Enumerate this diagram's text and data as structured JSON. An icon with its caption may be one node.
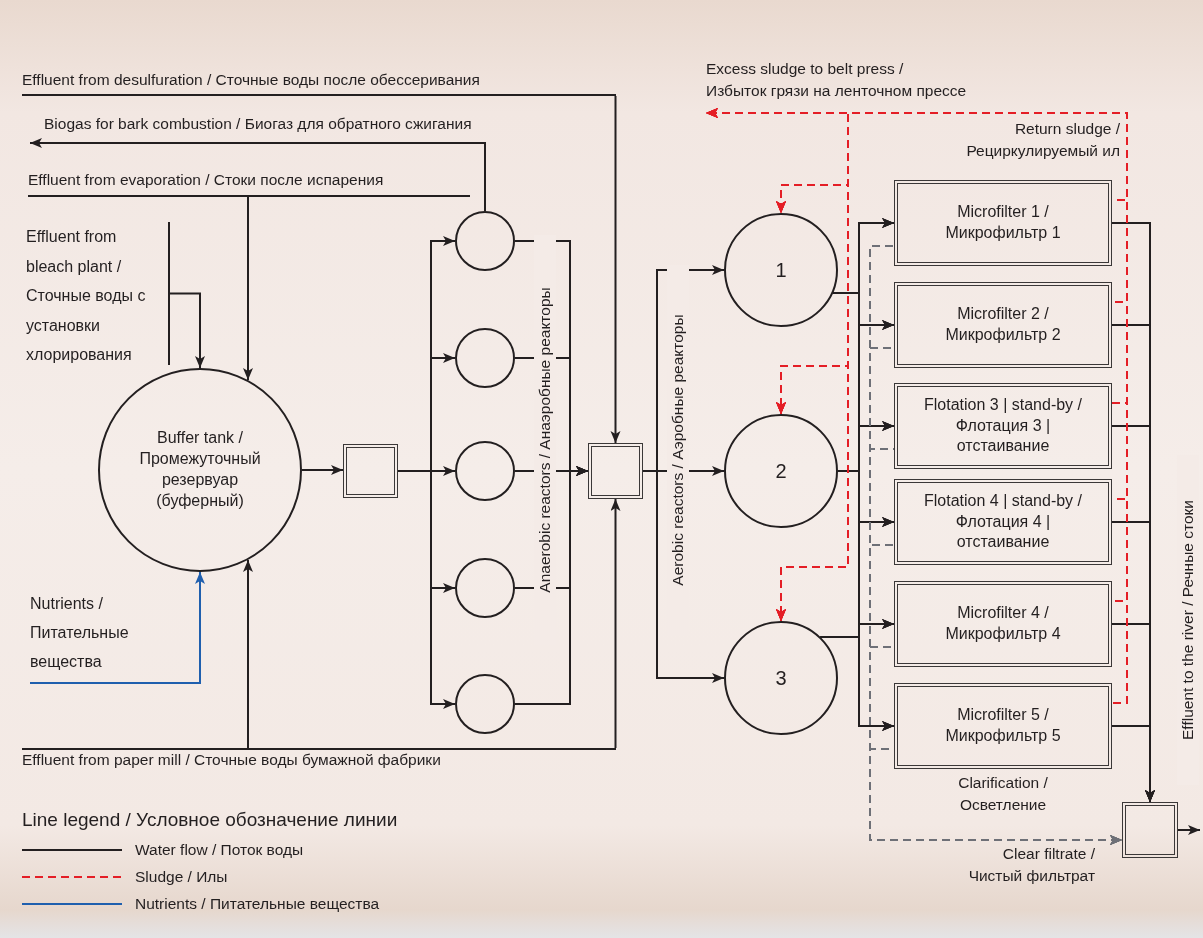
{
  "diagram": {
    "nodes": [
      {
        "text": [
          "Effluent from desulfuration / Сточные воды после обессеривания"
        ]
      },
      {
        "text": [
          "Biogas for bark combustion / Биогаз для обратного сжигания"
        ]
      },
      {
        "text": [
          "Effluent from evaporation / Стоки после испарения"
        ]
      },
      {
        "text": [
          "Effluent from bleach plant / Сточные воды с установки хлорирования"
        ]
      },
      {
        "text": [
          "Buffer tank / Промежуточный резервуар (буферный)"
        ]
      },
      {
        "text": [
          "Nutrients / Питательные вещества"
        ]
      },
      {
        "text": [
          "Effluent from paper mill / Сточные воды бумажной фабрики"
        ]
      },
      {
        "text": [],
        "shape": "box"
      },
      {
        "text": [],
        "shape": "circle"
      },
      {
        "text": [],
        "shape": "circle"
      },
      {
        "text": [],
        "shape": "circle"
      },
      {
        "text": [],
        "shape": "circle"
      },
      {
        "text": [],
        "shape": "circle"
      },
      {
        "text": [],
        "shape": "box"
      },
      {
        "text": [
          "1"
        ]
      },
      {
        "text": [
          "2"
        ]
      },
      {
        "text": [
          "3"
        ]
      },
      {
        "text": [
          "Microfilter 1 / Микрофильтр 1"
        ]
      },
      {
        "text": [
          "Microfilter 2 / Микрофильтр 2"
        ]
      },
      {
        "text": [
          "Flotation 3 | stand-by / Флотация 3 | отстаивание"
        ]
      },
      {
        "text": [
          "Flotation 4 | stand-by / Флотация 4 | отстаивание"
        ]
      },
      {
        "text": [
          "Microfilter 4 / Микрофильтр 4"
        ]
      },
      {
        "text": [
          "Microfilter 5 / Микрофильтр 5"
        ]
      },
      {
        "text": [],
        "shape": "box"
      },
      {
        "text": [
          "Excess sludge to belt press / Избыток грязи на ленточном прессе"
        ]
      }
    ],
    "edges": [
      {
        "from": 0,
        "to": 13,
        "arrow": "to"
      },
      {
        "from": 8,
        "to": 1,
        "arrow": "to"
      },
      {
        "from": 2,
        "to": 4,
        "arrow": "to"
      },
      {
        "from": 3,
        "to": 4,
        "arrow": "to"
      },
      {
        "from": 5,
        "to": 4,
        "arrow": "to",
        "color": "#1f5fae"
      },
      {
        "from": 6,
        "to": 4,
        "arrow": "to"
      },
      {
        "from": 6,
        "to": 13,
        "arrow": "to"
      },
      {
        "from": 4,
        "to": 7,
        "arrow": "to"
      },
      {
        "from": 7,
        "to": 8,
        "arrow": "to"
      },
      {
        "from": 7,
        "to": 9,
        "arrow": "to"
      },
      {
        "from": 7,
        "to": 10,
        "arrow": "to"
      },
      {
        "from": 7,
        "to": 11,
        "arrow": "to"
      },
      {
        "from": 7,
        "to": 12,
        "arrow": "to"
      },
      {
        "from": 8,
        "to": 13,
        "arrow": "to"
      },
      {
        "from": 9,
        "to": 13,
        "arrow": "to"
      },
      {
        "from": 10,
        "to": 13,
        "arrow": "to"
      },
      {
        "from": 11,
        "to": 13,
        "arrow": "to"
      },
      {
        "from": 12,
        "to": 13,
        "arrow": "to"
      },
      {
        "from": 13,
        "to": 14,
        "arrow": "to"
      },
      {
        "from": 13,
        "to": 15,
        "arrow": "to"
      },
      {
        "from": 13,
        "to": 16,
        "arrow": "to"
      },
      {
        "from": 14,
        "to": 17,
        "arrow": "to"
      },
      {
        "from": 14,
        "to": 18,
        "arrow": "to"
      },
      {
        "from": 14,
        "to": 19,
        "arrow": "to"
      },
      {
        "from": 14,
        "to": 20,
        "arrow": "to"
      },
      {
        "from": 14,
        "to": 21,
        "arrow": "to"
      },
      {
        "from": 14,
        "to": 22,
        "arrow": "to"
      },
      {
        "from": 15,
        "to": 17,
        "arrow": "to"
      },
      {
        "from": 15,
        "to": 18,
        "arrow": "to"
      },
      {
        "from": 15,
        "to": 19,
        "arrow": "to"
      },
      {
        "from": 15,
        "to": 20,
        "arrow": "to"
      },
      {
        "from": 15,
        "to": 21,
        "arrow": "to"
      },
      {
        "from": 15,
        "to": 22,
        "arrow": "to"
      },
      {
        "from": 16,
        "to": 17,
        "arrow": "to"
      },
      {
        "from": 16,
        "to": 18,
        "arrow": "to"
      },
      {
        "from": 16,
        "to": 19,
        "arrow": "to"
      },
      {
        "from": 16,
        "to": 20,
        "arrow": "to"
      },
      {
        "from": 16,
        "to": 21,
        "arrow": "to"
      },
      {
        "from": 16,
        "to": 22,
        "arrow": "to"
      },
      {
        "from": 17,
        "to": 23,
        "arrow": "to"
      },
      {
        "from": 18,
        "to": 23,
        "arrow": "to"
      },
      {
        "from": 19,
        "to": 23,
        "arrow": "to"
      },
      {
        "from": 20,
        "to": 23,
        "arrow": "to"
      },
      {
        "from": 21,
        "to": 23,
        "arrow": "to"
      },
      {
        "from": 22,
        "to": 23,
        "arrow": "to"
      },
      {
        "from": 17,
        "to": 23,
        "arrow": "to",
        "style": "dashed",
        "color": "#6e7077"
      },
      {
        "from": 18,
        "to": 23,
        "arrow": "to",
        "style": "dashed",
        "color": "#6e7077"
      },
      {
        "from": 19,
        "to": 23,
        "arrow": "to",
        "style": "dashed",
        "color": "#6e7077"
      },
      {
        "from": 20,
        "to": 23,
        "arrow": "to",
        "style": "dashed",
        "color": "#6e7077"
      },
      {
        "from": 21,
        "to": 23,
        "arrow": "to",
        "style": "dashed",
        "color": "#6e7077"
      },
      {
        "from": 22,
        "to": 23,
        "arrow": "to",
        "style": "dashed",
        "color": "#6e7077"
      },
      {
        "from": 17,
        "to": 24,
        "arrow": "to",
        "style": "dashed",
        "color": "#e41e26"
      },
      {
        "from": 18,
        "to": 24,
        "arrow": "to",
        "style": "dashed",
        "color": "#e41e26"
      },
      {
        "from": 19,
        "to": 24,
        "arrow": "to",
        "style": "dashed",
        "color": "#e41e26"
      },
      {
        "from": 20,
        "to": 24,
        "arrow": "to",
        "style": "dashed",
        "color": "#e41e26"
      },
      {
        "from": 21,
        "to": 24,
        "arrow": "to",
        "style": "dashed",
        "color": "#e41e26"
      },
      {
        "from": 22,
        "to": 24,
        "arrow": "to",
        "style": "dashed",
        "color": "#e41e26"
      },
      {
        "from": 17,
        "to": 14,
        "arrow": "to",
        "style": "dashed",
        "color": "#e41e26"
      },
      {
        "from": 17,
        "to": 15,
        "arrow": "to",
        "style": "dashed",
        "color": "#e41e26"
      },
      {
        "from": 17,
        "to": 16,
        "arrow": "to",
        "style": "dashed",
        "color": "#e41e26"
      },
      {
        "from": 18,
        "to": 14,
        "arrow": "to",
        "style": "dashed",
        "color": "#e41e26"
      },
      {
        "from": 18,
        "to": 15,
        "arrow": "to",
        "style": "dashed",
        "color": "#e41e26"
      },
      {
        "from": 18,
        "to": 16,
        "arrow": "to",
        "style": "dashed",
        "color": "#e41e26"
      },
      {
        "from": 19,
        "to": 14,
        "arrow": "to",
        "style": "dashed",
        "color": "#e41e26"
      },
      {
        "from": 19,
        "to": 15,
        "arrow": "to",
        "style": "dashed",
        "color": "#e41e26"
      },
      {
        "from": 19,
        "to": 16,
        "arrow": "to",
        "style": "dashed",
        "color": "#e41e26"
      },
      {
        "from": 20,
        "to": 14,
        "arrow": "to",
        "style": "dashed",
        "color": "#e41e26"
      },
      {
        "from": 20,
        "to": 15,
        "arrow": "to",
        "style": "dashed",
        "color": "#e41e26"
      },
      {
        "from": 20,
        "to": 16,
        "arrow": "to",
        "style": "dashed",
        "color": "#e41e26"
      },
      {
        "from": 21,
        "to": 14,
        "arrow": "to",
        "style": "dashed",
        "color": "#e41e26"
      },
      {
        "from": 21,
        "to": 15,
        "arrow": "to",
        "style": "dashed",
        "color": "#e41e26"
      },
      {
        "from": 21,
        "to": 16,
        "arrow": "to",
        "style": "dashed",
        "color": "#e41e26"
      },
      {
        "from": 22,
        "to": 14,
        "arrow": "to",
        "style": "dashed",
        "color": "#e41e26"
      },
      {
        "from": 22,
        "to": 15,
        "arrow": "to",
        "style": "dashed",
        "color": "#e41e26"
      },
      {
        "from": 22,
        "to": 16,
        "arrow": "to",
        "style": "dashed",
        "color": "#e41e26"
      },
      {
        "from": 23,
        "to": null,
        "arrow": "to"
      }
    ],
    "labels": [
      "Return sludge / Рециркулируемый ил",
      "Anaerobic reactors / Анаэробные реакторы",
      "Aerobic reactors / Аэробные реакторы",
      "Clarification / Осветление",
      "Clear filtrate / Чистый фильтрат",
      "Effluent to the river / Речные стоки",
      "Line legend / Условное обозначение линии"
    ],
    "legend": [
      {
        "text": "Water flow / Поток воды"
      },
      {
        "text": "Sludge / Илы"
      },
      {
        "text": "Nutrients / Питательные вещества"
      }
    ]
  }
}
